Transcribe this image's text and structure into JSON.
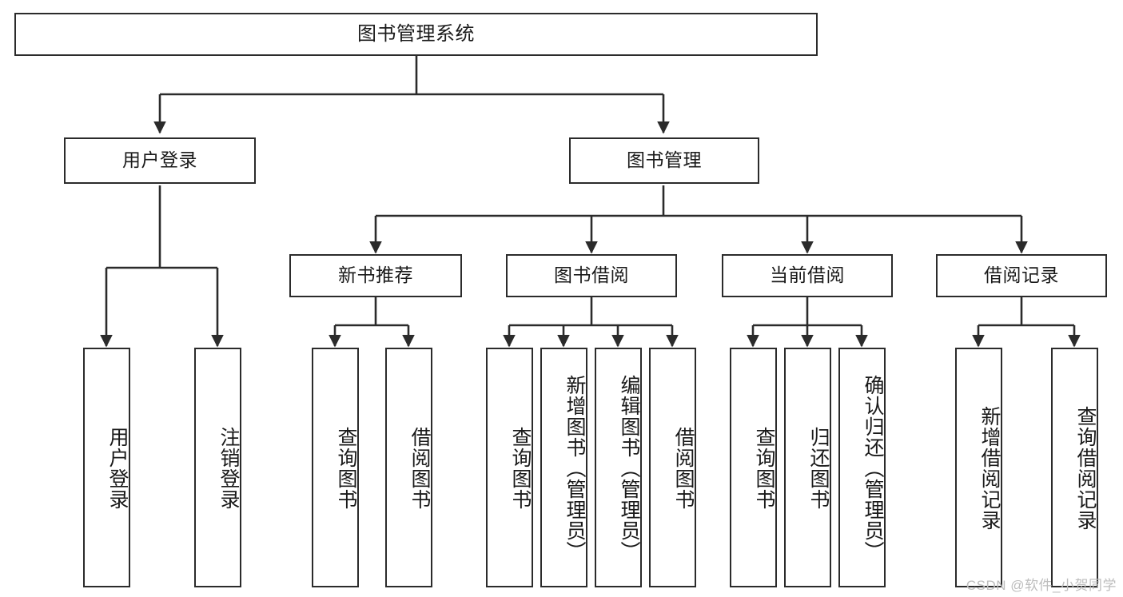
{
  "diagram": {
    "title": "图书管理系统",
    "type": "tree",
    "orientation": "top-down",
    "colors": {
      "stroke": "#2b2b2b",
      "fill": "#ffffff",
      "text": "#1a1a1a",
      "watermark": "#bdbdbd"
    },
    "watermark": "CSDN @软件_小贺同学",
    "levels": {
      "root": {
        "id": "root",
        "label": "图书管理系统"
      },
      "level2": [
        {
          "id": "user-login",
          "label": "用户登录"
        },
        {
          "id": "book-manage",
          "label": "图书管理"
        }
      ],
      "level3": [
        {
          "id": "new-book-recommend",
          "label": "新书推荐",
          "parent": "book-manage"
        },
        {
          "id": "book-borrow",
          "label": "图书借阅",
          "parent": "book-manage"
        },
        {
          "id": "current-borrow",
          "label": "当前借阅",
          "parent": "book-manage"
        },
        {
          "id": "borrow-record",
          "label": "借阅记录",
          "parent": "book-manage"
        }
      ],
      "leaves": [
        {
          "id": "leaf-user-login",
          "label": "用户登录",
          "parent": "user-login"
        },
        {
          "id": "leaf-user-logout",
          "label": "注销登录",
          "parent": "user-login"
        },
        {
          "id": "leaf-query-book-1",
          "label": "查询图书",
          "parent": "new-book-recommend"
        },
        {
          "id": "leaf-borrow-book-1",
          "label": "借阅图书",
          "parent": "new-book-recommend"
        },
        {
          "id": "leaf-query-book-2",
          "label": "查询图书",
          "parent": "book-borrow"
        },
        {
          "id": "leaf-add-book",
          "label": "新增图书（管理员）",
          "parent": "book-borrow"
        },
        {
          "id": "leaf-edit-book",
          "label": "编辑图书（管理员）",
          "parent": "book-borrow"
        },
        {
          "id": "leaf-borrow-book-2",
          "label": "借阅图书",
          "parent": "book-borrow"
        },
        {
          "id": "leaf-query-book-3",
          "label": "查询图书",
          "parent": "current-borrow"
        },
        {
          "id": "leaf-return-book",
          "label": "归还图书",
          "parent": "current-borrow"
        },
        {
          "id": "leaf-confirm-return",
          "label": "确认归还（管理员）",
          "parent": "current-borrow"
        },
        {
          "id": "leaf-add-record",
          "label": "新增借阅记录",
          "parent": "borrow-record"
        },
        {
          "id": "leaf-query-record",
          "label": "查询借阅记录",
          "parent": "borrow-record"
        }
      ]
    }
  }
}
